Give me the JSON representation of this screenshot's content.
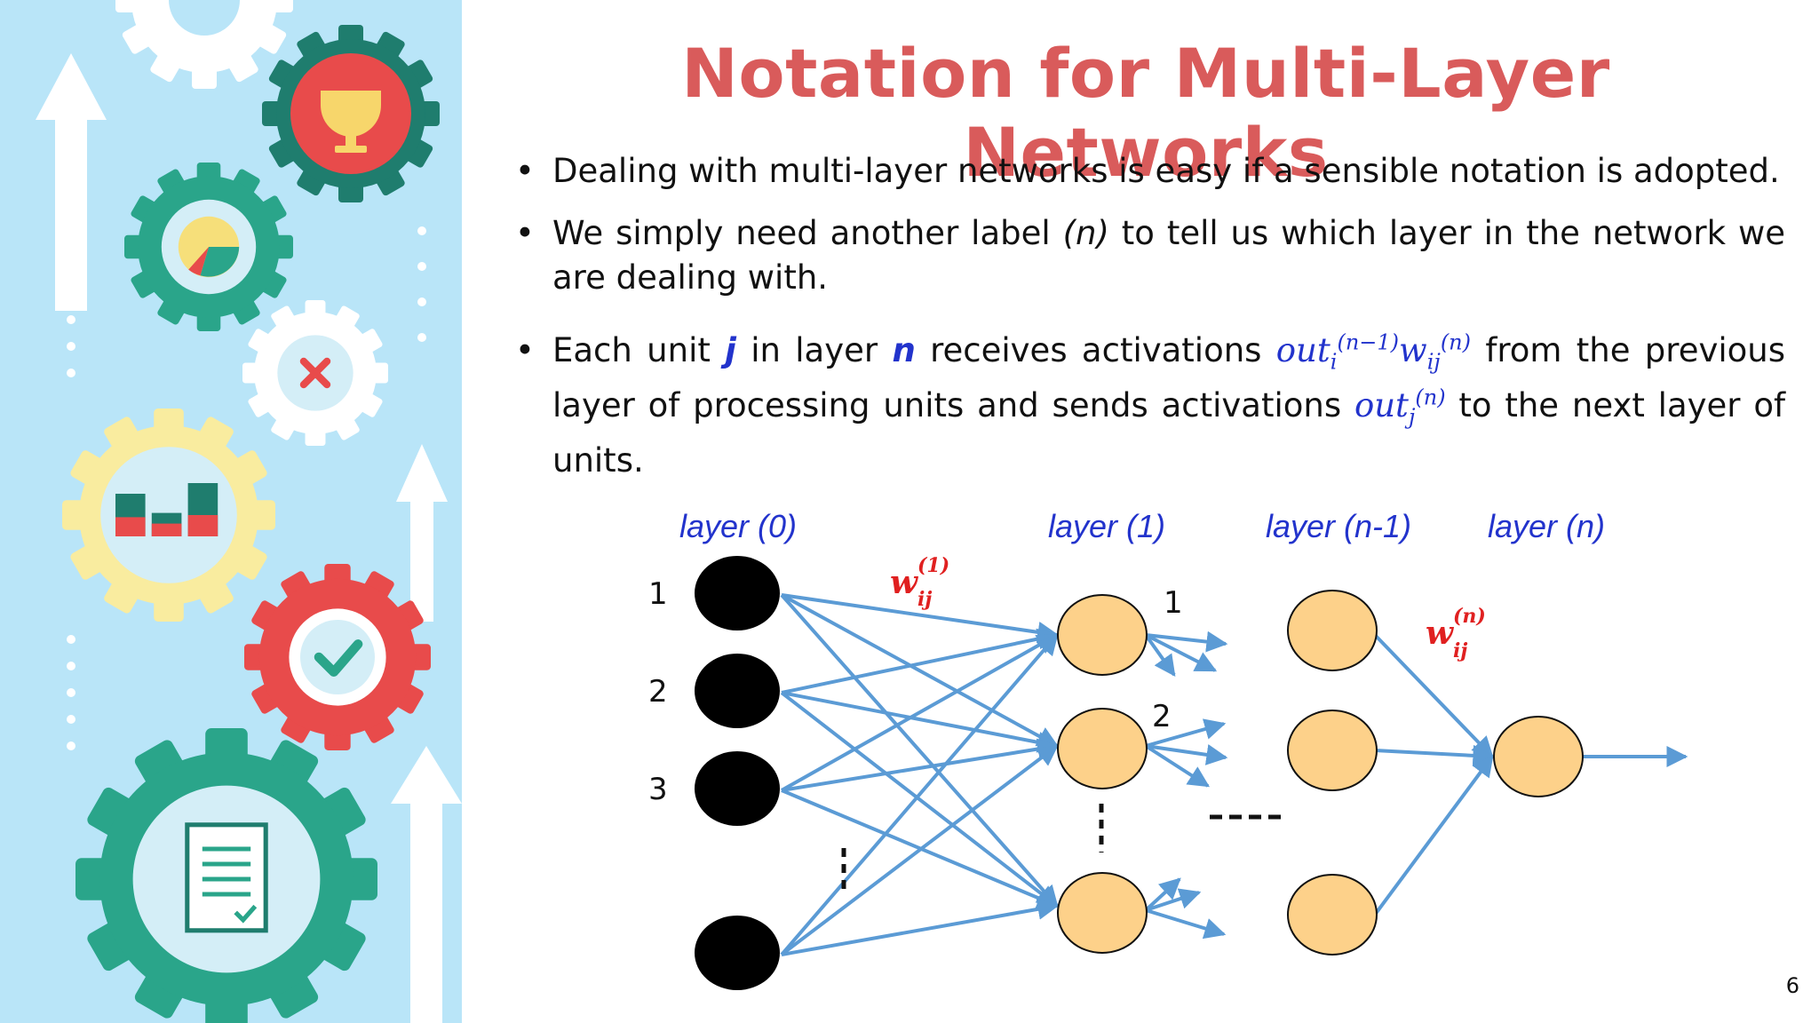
{
  "slide": {
    "title": "Notation for Multi-Layer Networks",
    "page_number": "6"
  },
  "bullets": {
    "b1": "Dealing with multi-layer networks is easy if a sensible notation is adopted.",
    "b2_pre": "We simply need another label ",
    "b2_label": "(n)",
    "b2_post": " to tell us which layer in the network we are dealing with.",
    "b3_pre": "Each unit ",
    "b3_j": "j",
    "b3_mid1": " in layer ",
    "b3_n": "n",
    "b3_mid2": " receives activations ",
    "b3_math1_base": "out",
    "b3_math1_sub": "i",
    "b3_math1_sup": "(n−1)",
    "b3_math2_base": "w",
    "b3_math2_sub": "ij",
    "b3_math2_sup": "(n)",
    "b3_mid3": " from the previous layer of processing units and sends activations ",
    "b3_math3_base": "out",
    "b3_math3_sub": "j",
    "b3_math3_sup": "(n)",
    "b3_post": " to the next layer of units."
  },
  "diagram": {
    "layer_labels": [
      "layer (0)",
      "layer (1)",
      "layer (n-1)",
      "layer (n)"
    ],
    "input_numbers": [
      "1",
      "2",
      "3"
    ],
    "hidden_numbers": [
      "1",
      "2"
    ],
    "weight1": {
      "base": "w",
      "sub": "ij",
      "sup": "(1)"
    },
    "weightn": {
      "base": "w",
      "sub": "ij",
      "sup": "(n)"
    },
    "edge_color": "#5b9bd5",
    "input_node_color": "#000000",
    "hidden_node_color": "#fdd18a"
  },
  "side_panel": {
    "background": "#b9e5f8",
    "icons": [
      "trophy-icon",
      "pie-chart-icon",
      "close-icon",
      "bar-chart-icon",
      "checkmark-icon",
      "clipboard-icon"
    ]
  },
  "colors": {
    "title": "#d95b5b",
    "math": "#2233cc",
    "weight_label": "#e02020"
  }
}
